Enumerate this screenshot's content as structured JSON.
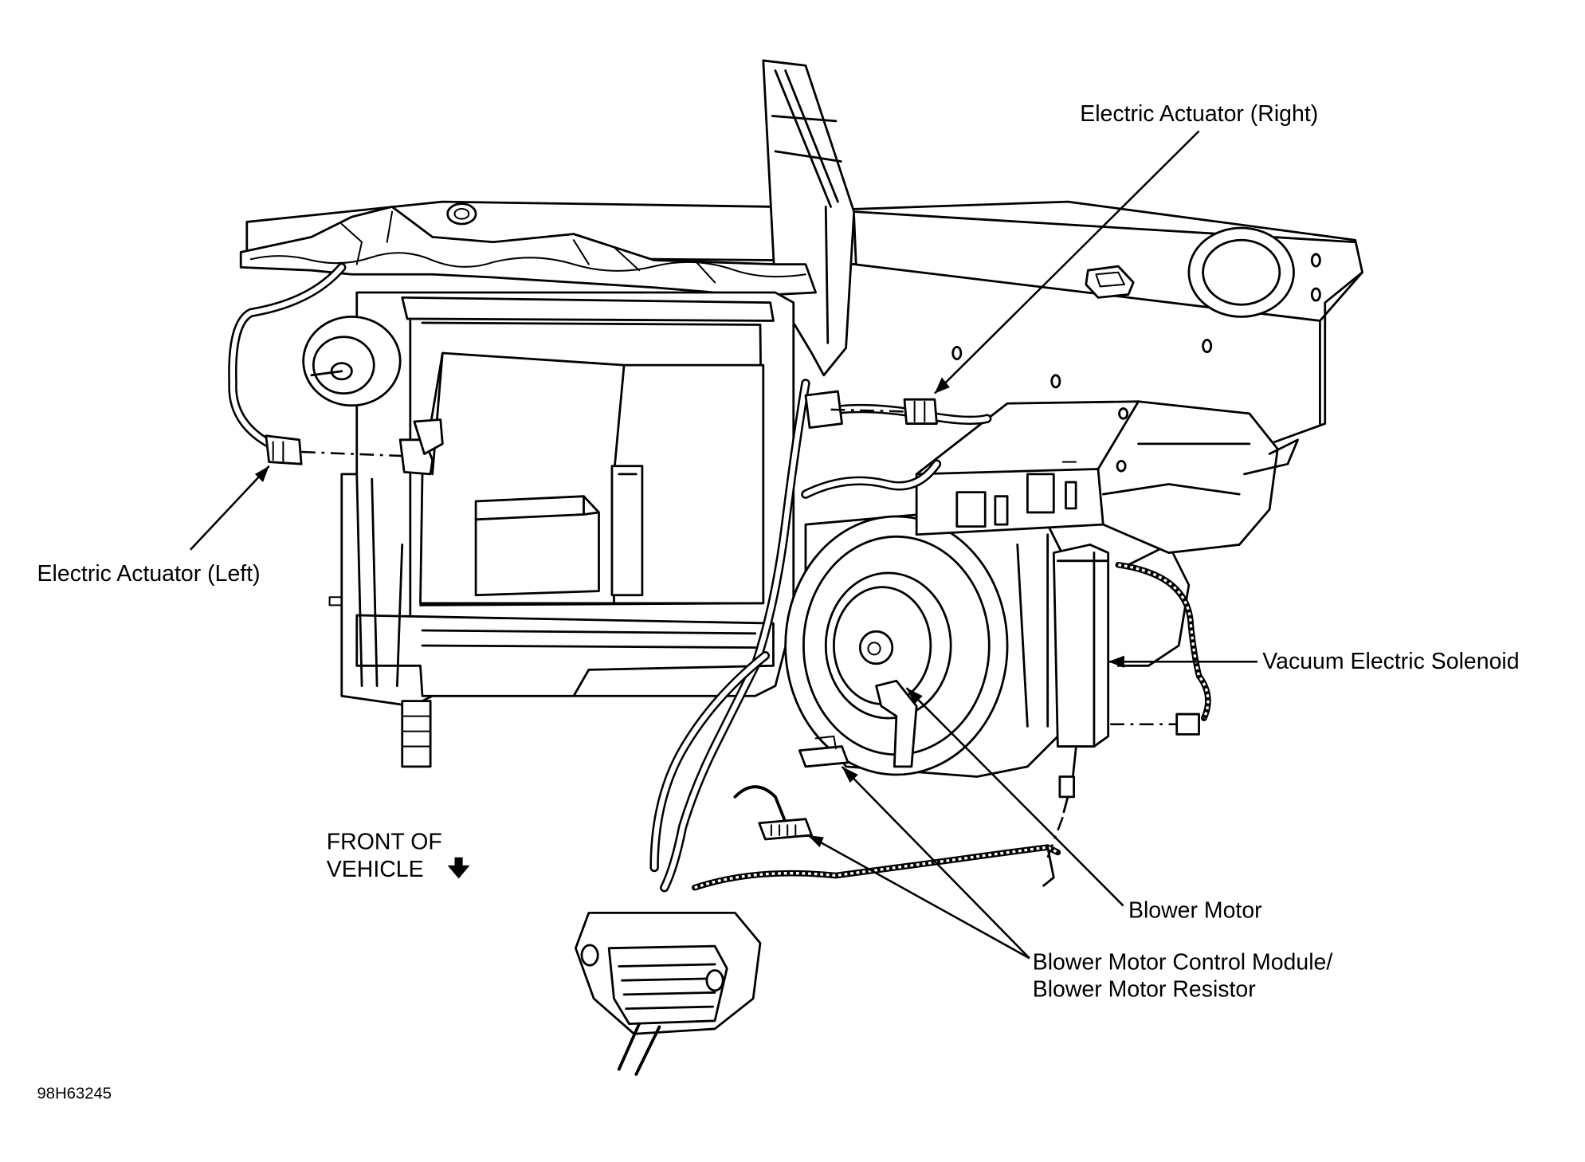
{
  "diagram": {
    "labels": {
      "actuator_right": "Electric Actuator (Right)",
      "actuator_left": "Electric Actuator (Left)",
      "vacuum_solenoid": "Vacuum Electric Solenoid",
      "blower_motor": "Blower Motor",
      "control_module_line1": "Blower Motor Control Module/",
      "control_module_line2": "Blower Motor Resistor",
      "front_line1": "FRONT OF",
      "front_line2": "VEHICLE"
    },
    "figure_code": "98H63245",
    "icons": {
      "front_arrow": "down-arrow-icon"
    }
  }
}
